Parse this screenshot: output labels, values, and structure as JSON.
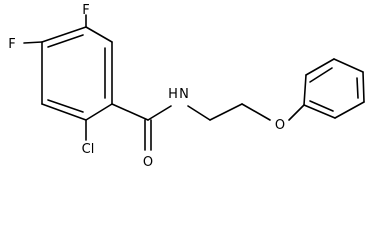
{
  "structure": {
    "atoms": {
      "f1": "F",
      "f2": "F",
      "cl": "Cl",
      "o_carbonyl": "O",
      "nh": "H",
      "n": "N",
      "o_ether": "O"
    },
    "colors": {
      "bond": "#000000",
      "text": "#000000",
      "background": "#ffffff"
    }
  }
}
